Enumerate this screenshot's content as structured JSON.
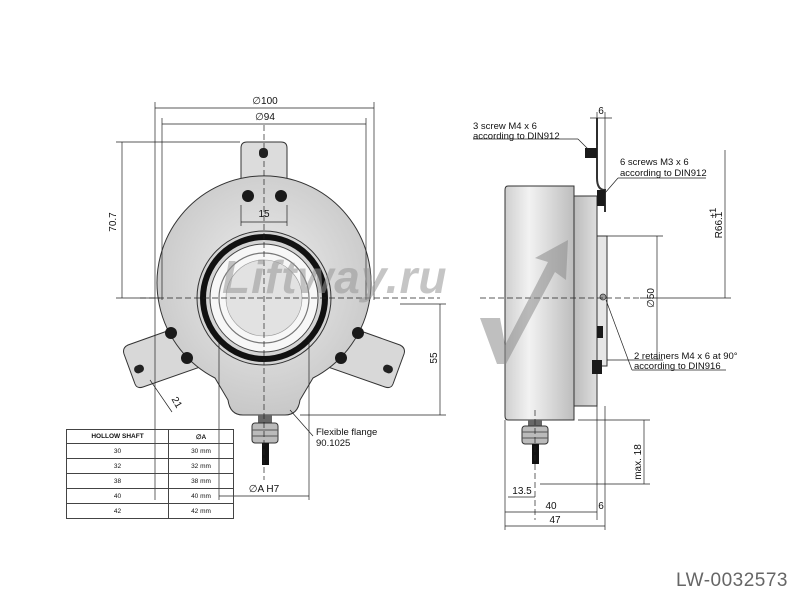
{
  "front_view": {
    "dims": {
      "outer_diameter": "∅100",
      "flange_diameter": "∅94",
      "height": "70.7",
      "tab_width": "15",
      "offset": "55",
      "arm_width": "21",
      "bore": "∅A H7"
    },
    "flange_note": {
      "line1": "Flexible flange",
      "line2": "90.1025"
    }
  },
  "side_view": {
    "dims": {
      "flange_thickness": "6",
      "radius": "R66.1",
      "radius_tol": "±1",
      "shaft_diameter": "∅50",
      "cable_max": "max. 18",
      "offset": "13.5",
      "body_depth": "40",
      "tab_thickness": "6",
      "total_depth": "47"
    },
    "notes": {
      "screws_m4_l1": "3 screw M4 x 6",
      "screws_m4_l2": "according to DIN912",
      "screws_m3_l1": "6 screws M3 x 6",
      "screws_m3_l2": "according to DIN912",
      "retainers_l1": "2 retainers M4 x 6 at 90°",
      "retainers_l2": "according to DIN916"
    }
  },
  "table": {
    "headers": [
      "HOLLOW SHAFT",
      "∅A"
    ],
    "rows": [
      [
        "30",
        "30 mm"
      ],
      [
        "32",
        "32 mm"
      ],
      [
        "38",
        "38 mm"
      ],
      [
        "40",
        "40 mm"
      ],
      [
        "42",
        "42 mm"
      ]
    ]
  },
  "watermark": "Liftway.ru",
  "reference_code": "LW-0032573"
}
